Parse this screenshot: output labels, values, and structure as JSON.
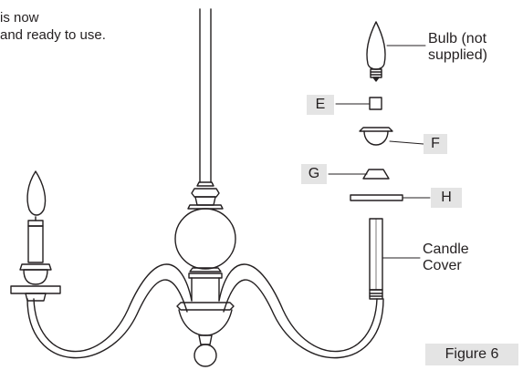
{
  "intro": {
    "line1": "is now",
    "line2": "and ready to use."
  },
  "parts": {
    "bulb": {
      "line1": "Bulb (not",
      "line2": "supplied)"
    },
    "e": "E",
    "f": "F",
    "g": "G",
    "h": "H",
    "candle_cover": {
      "line1": "Candle",
      "line2": "Cover"
    }
  },
  "figure_label": "Figure 6"
}
